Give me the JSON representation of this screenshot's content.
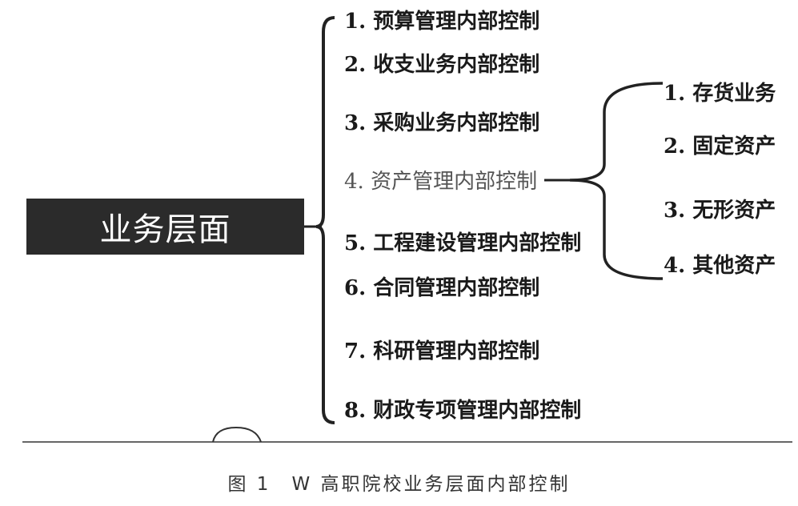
{
  "root": {
    "label": "业务层面"
  },
  "items": [
    "1. 预算管理内部控制",
    "2. 收支业务内部控制",
    "3. 采购业务内部控制",
    "4. 资产管理内部控制",
    "5. 工程建设管理内部控制",
    "6. 合同管理内部控制",
    "7. 科研管理内部控制",
    "8. 财政专项管理内部控制"
  ],
  "sub_items": [
    "1. 存货业务",
    "2. 固定资产",
    "3. 无形资产",
    "4. 其他资产"
  ],
  "caption": "图 1　W 高职院校业务层面内部控制"
}
